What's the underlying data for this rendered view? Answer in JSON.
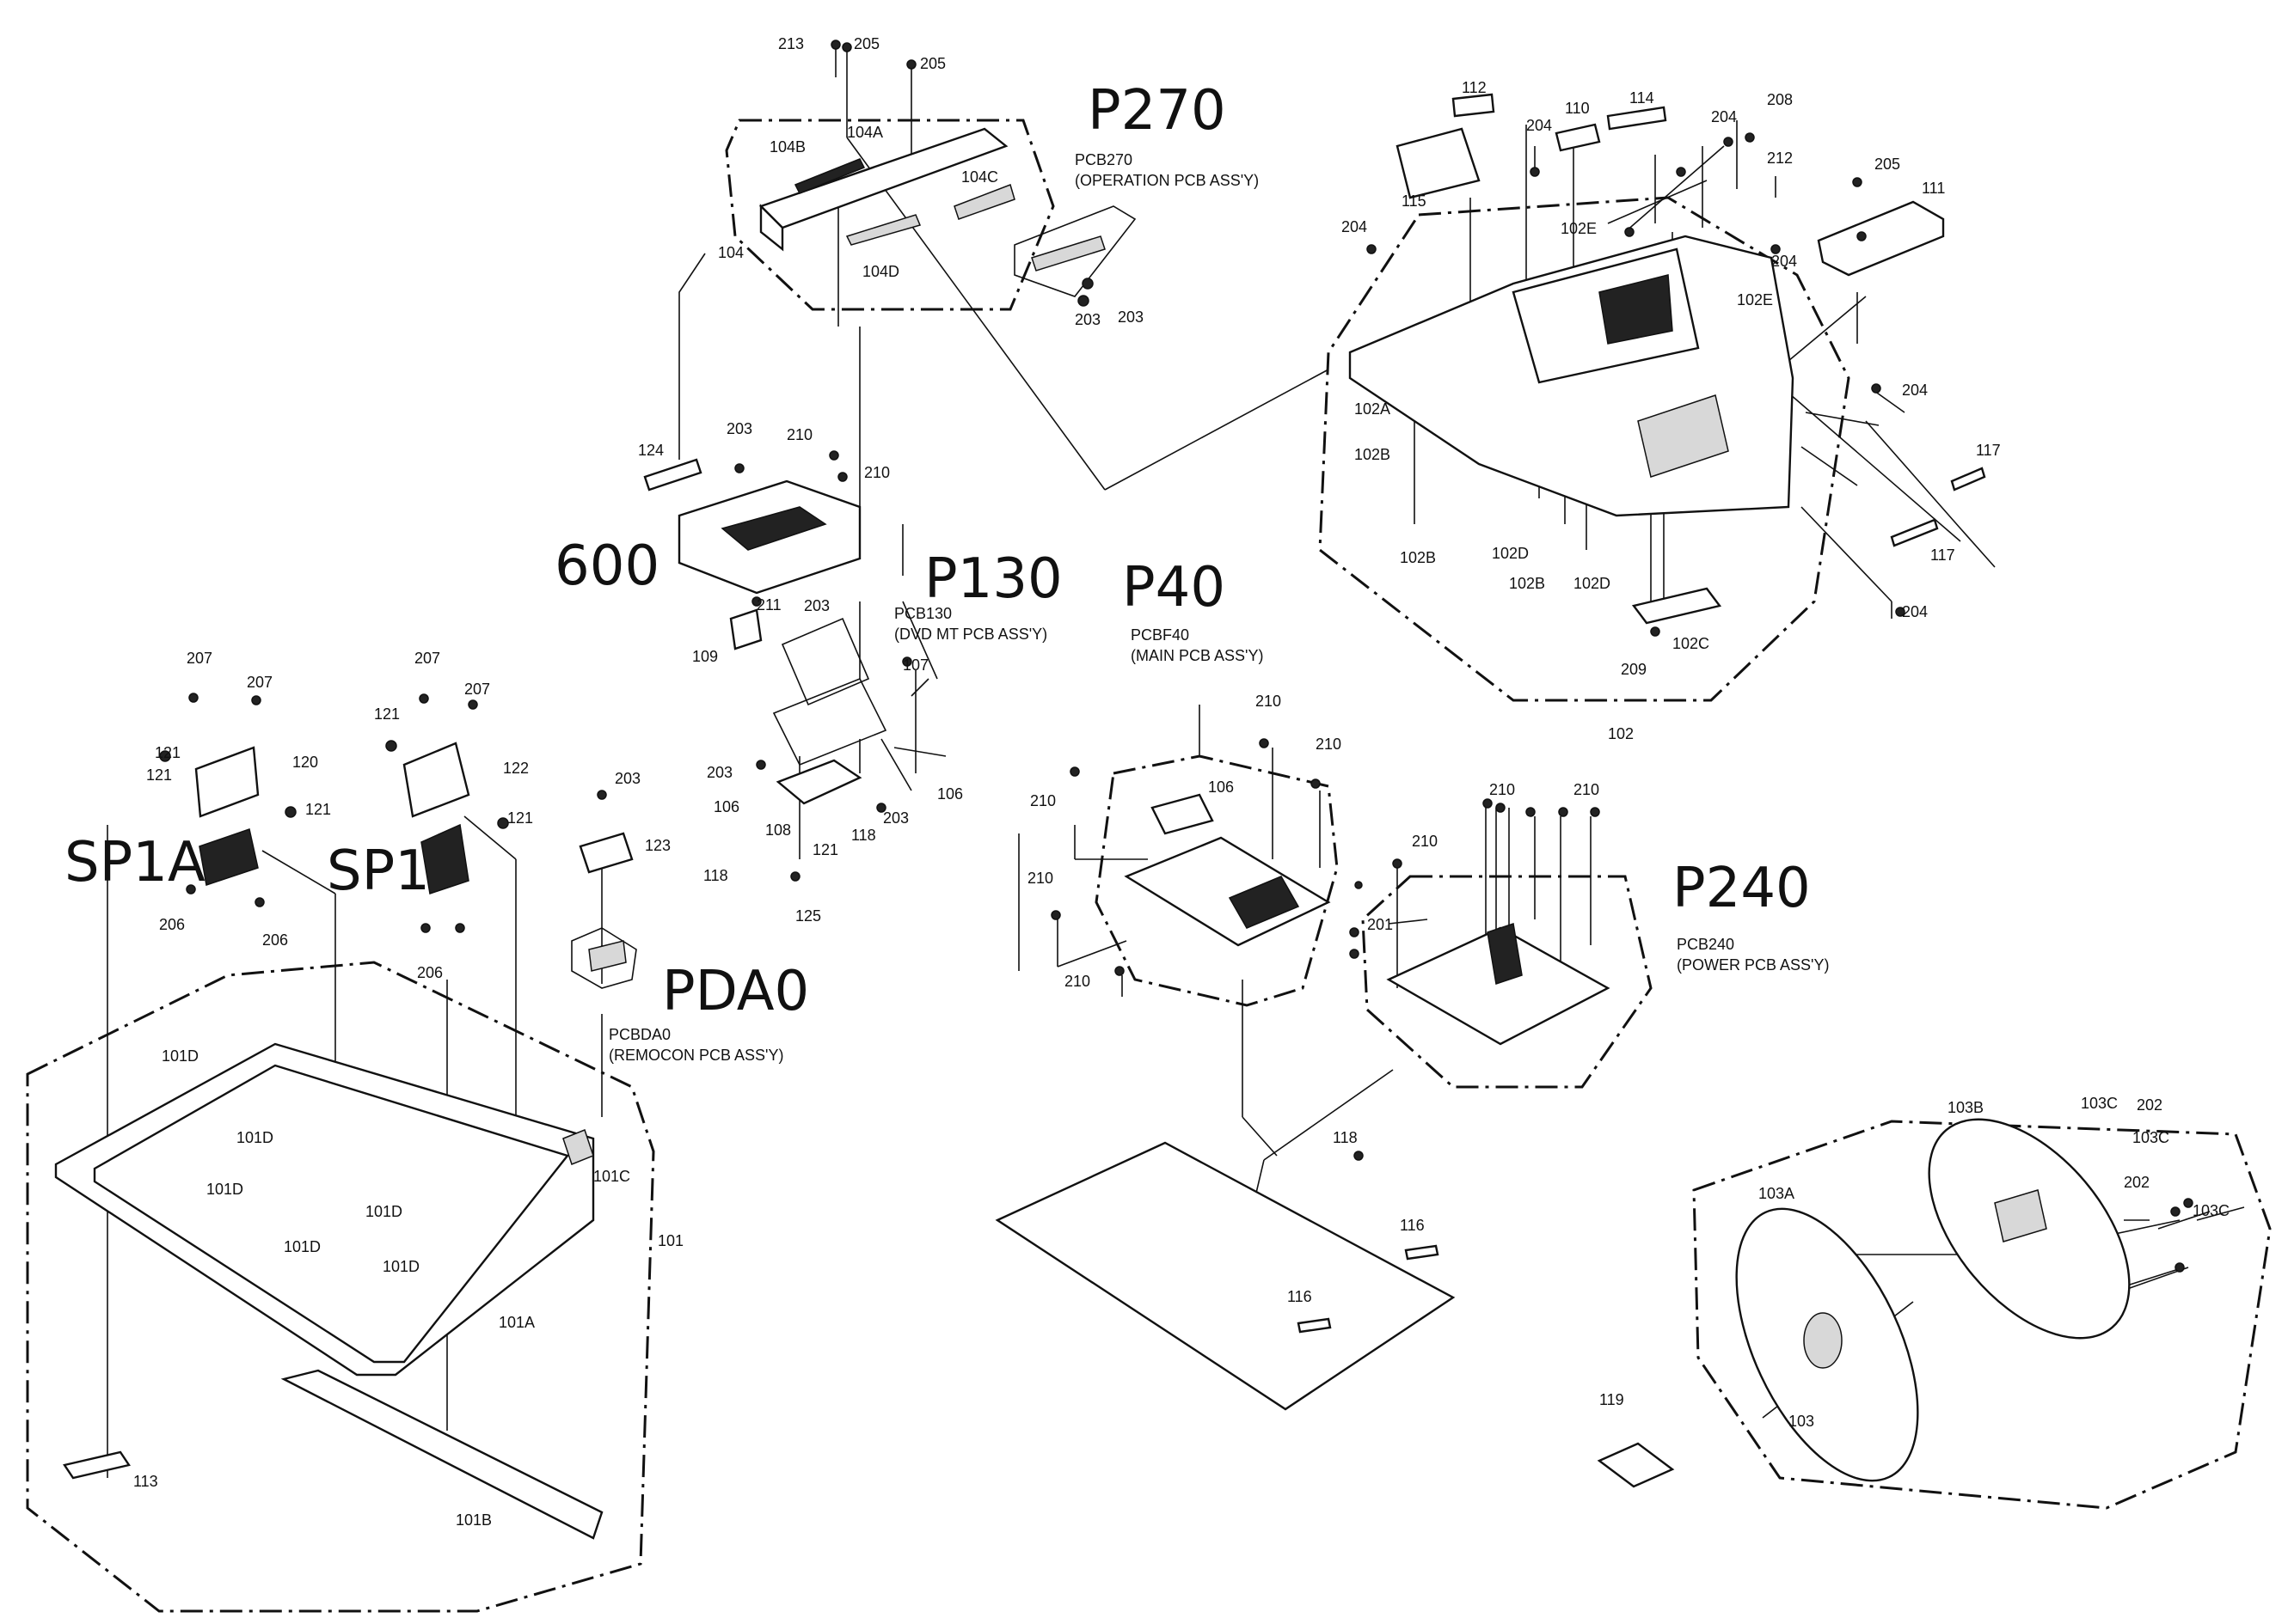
{
  "callouts": {
    "p270": "P270",
    "p130": "P130",
    "p40": "P40",
    "p240": "P240",
    "pda0": "PDA0",
    "m600": "600",
    "sp1a": "SP1A",
    "sp1": "SP1"
  },
  "assemblies": {
    "pcb270_code": "PCB270",
    "pcb270_name": "(OPERATION PCB ASS'Y)",
    "pcb130_code": "PCB130",
    "pcb130_name": "(DVD MT PCB ASS'Y)",
    "pcbf40_code": "PCBF40",
    "pcbf40_name": "(MAIN PCB ASS'Y)",
    "pcb240_code": "PCB240",
    "pcb240_name": "(POWER PCB ASS'Y)",
    "pcbda0_code": "PCBDA0",
    "pcbda0_name": "(REMOCON PCB ASS'Y)"
  },
  "part_labels": [
    {
      "id": "l213",
      "text": "213"
    },
    {
      "id": "l205a",
      "text": "205"
    },
    {
      "id": "l205b",
      "text": "205"
    },
    {
      "id": "l104b",
      "text": "104B"
    },
    {
      "id": "l104a",
      "text": "104A"
    },
    {
      "id": "l104c",
      "text": "104C"
    },
    {
      "id": "l104",
      "text": "104"
    },
    {
      "id": "l104d",
      "text": "104D"
    },
    {
      "id": "l203a",
      "text": "203"
    },
    {
      "id": "l203b",
      "text": "203"
    },
    {
      "id": "l112",
      "text": "112"
    },
    {
      "id": "l110",
      "text": "110"
    },
    {
      "id": "l114",
      "text": "114"
    },
    {
      "id": "l204a",
      "text": "204"
    },
    {
      "id": "l204b",
      "text": "204"
    },
    {
      "id": "l208",
      "text": "208"
    },
    {
      "id": "l212",
      "text": "212"
    },
    {
      "id": "l115",
      "text": "115"
    },
    {
      "id": "l205c",
      "text": "205"
    },
    {
      "id": "l111",
      "text": "111"
    },
    {
      "id": "l204c",
      "text": "204"
    },
    {
      "id": "l102e1",
      "text": "102E"
    },
    {
      "id": "l204d",
      "text": "204"
    },
    {
      "id": "l102e2",
      "text": "102E"
    },
    {
      "id": "l102a",
      "text": "102A"
    },
    {
      "id": "l204e",
      "text": "204"
    },
    {
      "id": "l102b1",
      "text": "102B"
    },
    {
      "id": "l117a",
      "text": "117"
    },
    {
      "id": "l117b",
      "text": "117"
    },
    {
      "id": "l102b2",
      "text": "102B"
    },
    {
      "id": "l102d1",
      "text": "102D"
    },
    {
      "id": "l102b3",
      "text": "102B"
    },
    {
      "id": "l102d2",
      "text": "102D"
    },
    {
      "id": "l204f",
      "text": "204"
    },
    {
      "id": "l209",
      "text": "209"
    },
    {
      "id": "l102c",
      "text": "102C"
    },
    {
      "id": "l102",
      "text": "102"
    },
    {
      "id": "l124",
      "text": "124"
    },
    {
      "id": "l203c",
      "text": "203"
    },
    {
      "id": "l210a",
      "text": "210"
    },
    {
      "id": "l210b",
      "text": "210"
    },
    {
      "id": "l211",
      "text": "211"
    },
    {
      "id": "l203d",
      "text": "203"
    },
    {
      "id": "l109",
      "text": "109"
    },
    {
      "id": "l107",
      "text": "107"
    },
    {
      "id": "l207a",
      "text": "207"
    },
    {
      "id": "l207b",
      "text": "207"
    },
    {
      "id": "l207c",
      "text": "207"
    },
    {
      "id": "l207d",
      "text": "207"
    },
    {
      "id": "l121a",
      "text": "121"
    },
    {
      "id": "l120",
      "text": "120"
    },
    {
      "id": "l121b",
      "text": "121"
    },
    {
      "id": "l121c",
      "text": "121"
    },
    {
      "id": "l121d",
      "text": "121"
    },
    {
      "id": "l122",
      "text": "122"
    },
    {
      "id": "l121e",
      "text": "121"
    },
    {
      "id": "l206a",
      "text": "206"
    },
    {
      "id": "l206b",
      "text": "206"
    },
    {
      "id": "l206c",
      "text": "206"
    },
    {
      "id": "l203e",
      "text": "203"
    },
    {
      "id": "l123",
      "text": "123"
    },
    {
      "id": "l203f",
      "text": "203"
    },
    {
      "id": "l106a",
      "text": "106"
    },
    {
      "id": "l106b",
      "text": "106"
    },
    {
      "id": "l108",
      "text": "108"
    },
    {
      "id": "l121f",
      "text": "121"
    },
    {
      "id": "l118a",
      "text": "118"
    },
    {
      "id": "l203g",
      "text": "203"
    },
    {
      "id": "l118b",
      "text": "118"
    },
    {
      "id": "l125",
      "text": "125"
    },
    {
      "id": "l210c",
      "text": "210"
    },
    {
      "id": "l210d",
      "text": "210"
    },
    {
      "id": "l210e",
      "text": "210"
    },
    {
      "id": "l106c",
      "text": "106"
    },
    {
      "id": "l210f",
      "text": "210"
    },
    {
      "id": "l210g",
      "text": "210"
    },
    {
      "id": "l210h",
      "text": "210"
    },
    {
      "id": "l210i",
      "text": "210"
    },
    {
      "id": "l210j",
      "text": "210"
    },
    {
      "id": "l201",
      "text": "201"
    },
    {
      "id": "l101d1",
      "text": "101D"
    },
    {
      "id": "l101d2",
      "text": "101D"
    },
    {
      "id": "l101d3",
      "text": "101D"
    },
    {
      "id": "l101d4",
      "text": "101D"
    },
    {
      "id": "l101d5",
      "text": "101D"
    },
    {
      "id": "l101d6",
      "text": "101D"
    },
    {
      "id": "l101c",
      "text": "101C"
    },
    {
      "id": "l101",
      "text": "101"
    },
    {
      "id": "l101a",
      "text": "101A"
    },
    {
      "id": "l113",
      "text": "113"
    },
    {
      "id": "l101b",
      "text": "101B"
    },
    {
      "id": "l118c",
      "text": "118"
    },
    {
      "id": "l116a",
      "text": "116"
    },
    {
      "id": "l116b",
      "text": "116"
    },
    {
      "id": "l103b",
      "text": "103B"
    },
    {
      "id": "l103c1",
      "text": "103C"
    },
    {
      "id": "l202a",
      "text": "202"
    },
    {
      "id": "l103c2",
      "text": "103C"
    },
    {
      "id": "l202b",
      "text": "202"
    },
    {
      "id": "l103a",
      "text": "103A"
    },
    {
      "id": "l103c3",
      "text": "103C"
    },
    {
      "id": "l119",
      "text": "119"
    },
    {
      "id": "l103",
      "text": "103"
    }
  ]
}
